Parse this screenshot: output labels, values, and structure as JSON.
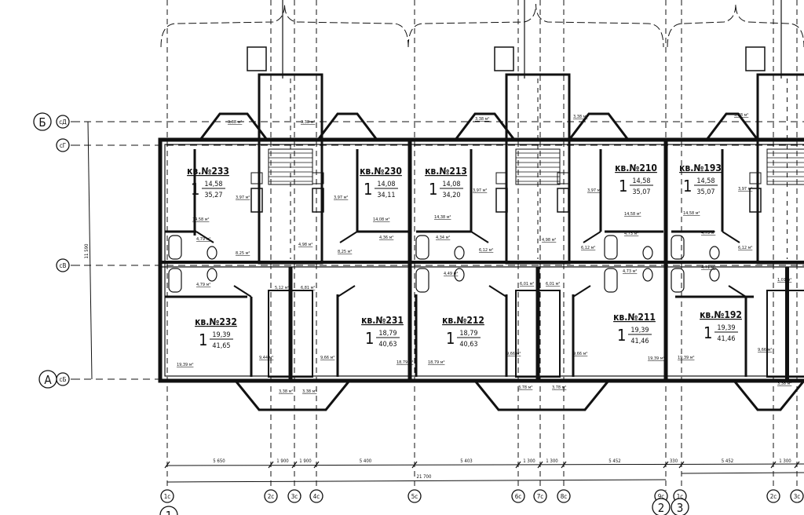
{
  "axes_rows": [
    {
      "main": "Б",
      "sub": "сД"
    },
    {
      "main": "",
      "sub": "сГ"
    },
    {
      "main": "",
      "sub": "сВ"
    },
    {
      "main": "А",
      "sub": "сБ"
    }
  ],
  "vertical_dimension": "11 590",
  "axes_columns": [
    "1с",
    "2с",
    "3с",
    "4с",
    "5с",
    "6с",
    "7с",
    "8с",
    "9с",
    "1с",
    "2с",
    "3с"
  ],
  "section_axes": [
    "1",
    "2",
    "3"
  ],
  "dimensions_chain": [
    "5 650",
    "1 900",
    "1 900",
    "5 400",
    "5 403",
    "1 300",
    "1 300",
    "5 452",
    "330",
    "5 452",
    "1 300"
  ],
  "dimension_total": "21 700",
  "apartments": [
    {
      "label": "кв.№233",
      "rooms": "1",
      "living": "14,58",
      "total": "35,27"
    },
    {
      "label": "кв.№230",
      "rooms": "1",
      "living": "14,08",
      "total": "34,11"
    },
    {
      "label": "кв.№213",
      "rooms": "1",
      "living": "14,08",
      "total": "34,20"
    },
    {
      "label": "кв.№210",
      "rooms": "1",
      "living": "14,58",
      "total": "35,07"
    },
    {
      "label": "кв.№193",
      "rooms": "1",
      "living": "14,58",
      "total": "35,07"
    },
    {
      "label": "кв.№232",
      "rooms": "1",
      "living": "19,39",
      "total": "41,65"
    },
    {
      "label": "кв.№231",
      "rooms": "1",
      "living": "18,79",
      "total": "40,63"
    },
    {
      "label": "кв.№212",
      "rooms": "1",
      "living": "18,79",
      "total": "40,63"
    },
    {
      "label": "кв.№211",
      "rooms": "1",
      "living": "19,39",
      "total": "41,46"
    },
    {
      "label": "кв.№192",
      "rooms": "1",
      "living": "19,39",
      "total": "41,46"
    }
  ],
  "room_areas": [
    "3,38 м²",
    "3,38 м²",
    "3,97 м²",
    "3,97 м²",
    "14,58 м²",
    "14,08 м²",
    "4,79 м²",
    "8,25 м²",
    "4,98 м²",
    "8,25 м²",
    "4,36 м²",
    "4,79 м²",
    "5,12 м²",
    "6,81 м²",
    "9,44 м²",
    "9,66 м²",
    "19,39 м²",
    "18,79 м²",
    "3,38 м²",
    "3,38 м²",
    "3,38 м²",
    "3,38 м²",
    "3,97 м²",
    "3,97 м²",
    "14,38 м²",
    "14,58 м²",
    "4,34 м²",
    "6,12 м²",
    "4,98 м²",
    "6,12 м²",
    "4,73 м²",
    "4,49 м²",
    "6,01 м²",
    "6,01 м²",
    "9,66 м²",
    "9,66 м²",
    "18,79 м²",
    "19,39 м²",
    "4,73 м²",
    "3,78 м²",
    "3,78 м²",
    "3,38 м²",
    "3,97 м²",
    "14,58 м²",
    "4,73 м²",
    "6,12 м²",
    "4,71 м²",
    "9,66 м²",
    "19,39 м²",
    "1,01 м²",
    "3,38 м²"
  ],
  "colors": {
    "ink": "#111111",
    "paper": "#ffffff"
  }
}
